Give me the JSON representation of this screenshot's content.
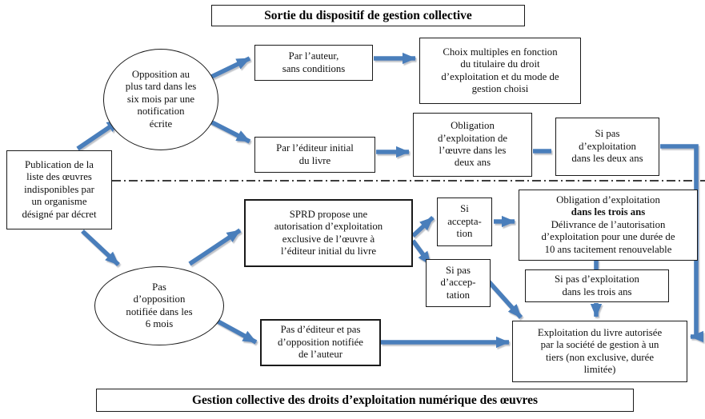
{
  "titles": {
    "top": "Sortie du dispositif de gestion collective",
    "bottom": "Gestion collective des droits d’exploitation numérique des œuvres"
  },
  "nodes": {
    "publication": {
      "text": "Publication de la\nliste des œuvres\nindisponibles par\nun organisme\ndésigné par décret"
    },
    "opposition": {
      "text": "Opposition au\nplus tard dans les\nsix mois par une\nnotification\nécrite"
    },
    "pas_opposition": {
      "text": "Pas\nd’opposition\nnotifiée dans les\n6 mois"
    },
    "par_auteur": {
      "text": "Par l’auteur,\nsans conditions"
    },
    "choix_multiples": {
      "text": "Choix multiples en fonction\ndu titulaire du droit\nd’exploitation et du mode de\ngestion choisi"
    },
    "par_editeur": {
      "text": "Par l’éditeur initial\ndu livre"
    },
    "obligation_deux_ans": {
      "text": "Obligation\nd’exploitation de\nl’œuvre dans les\ndeux ans"
    },
    "si_pas_deux_ans": {
      "text": "Si pas\nd’exploitation\ndans les deux ans"
    },
    "sprd": {
      "text": "SPRD propose une\nautorisation d’exploitation\nexclusive de l’œuvre à\nl’éditeur initial du livre"
    },
    "si_acceptation": {
      "text": "Si\naccepta-\ntion"
    },
    "si_pas_acceptation": {
      "text": "Si pas\nd’accep-\ntation"
    },
    "obligation_trois_ans": {
      "line1": "Obligation d’exploitation",
      "line2_bold": "dans les trois ans",
      "rest": "Délivrance de l’autorisation\nd’exploitation pour une durée de\n10 ans tacitement renouvelable"
    },
    "si_pas_trois_ans": {
      "text": "Si pas d’exploitation\ndans les trois ans"
    },
    "pas_editeur": {
      "text": "Pas d’éditeur et pas\nd’opposition notifiée\nde l’auteur"
    },
    "exploitation_tiers": {
      "text": "Exploitation du livre autorisée\npar la société de gestion à un\ntiers (non exclusive, durée\nlimitée)"
    }
  },
  "colors": {
    "arrow_blue": "#4a7ebb",
    "arrow_shadow": "#b8bcc2",
    "box_border": "#1a1a1a",
    "divider": "#3d3d3d",
    "background": "#ffffff"
  }
}
